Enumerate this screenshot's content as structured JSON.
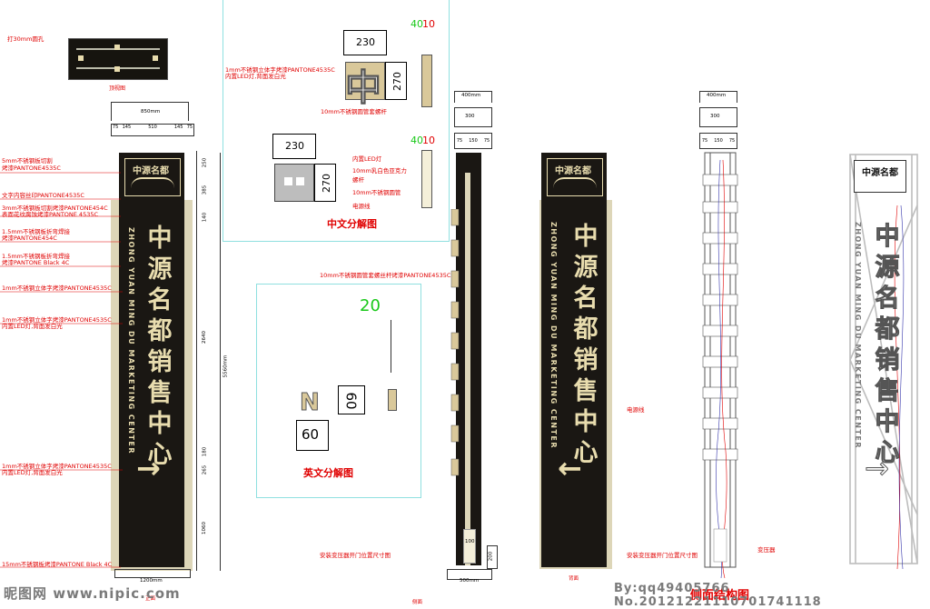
{
  "annotations": {
    "top_view_hole": "打30mm圆孔",
    "top_view_caption": "顶视图",
    "left_1": "5mm不锈钢板切割",
    "left_1b": "烤漆PANTONE4535C",
    "left_2": "文字内容丝印PANTONE4535C",
    "left_3": "3mm不锈钢板切割烤漆PANTONE454C",
    "left_3b": "表面花纹腐蚀烤漆PANTONE 4535C",
    "left_4": "1.5mm不锈钢板折弯焊接",
    "left_4b": "烤漆PANTONE454C",
    "left_5": "1.5mm不锈钢板折弯焊接",
    "left_5b": "烤漆PANTONE Black 4C",
    "left_6": "1mm不锈钢立体字烤漆PANTONE4535C",
    "left_7": "1mm不锈钢立体字烤漆PANTONE4535C",
    "left_7b": "内置LED灯,背面发白光",
    "left_8": "1mm不锈钢立体字烤漆PANTONE4535C",
    "left_8b": "内置LED灯,背面发白光",
    "left_9": "15mm不锈钢板烤漆PANTONE Black 4C",
    "front_caption": "正面",
    "cn_char_note": "1mm不锈钢立体字烤漆PANTONE4535C",
    "cn_char_note_b": "内置LED灯,背面发白光",
    "cn_bolt_note": "10mm不锈钢圆管套螺杆",
    "cn_led": "内置LED灯",
    "cn_acrylic": "10mm乳白色亚克力",
    "cn_screw": "螺杆",
    "cn_tube": "10mm不锈钢圆管",
    "cn_wire": "电源线",
    "cn_caption": "中文分解图",
    "en_note": "10mm不锈钢圆管套螺丝杆烤漆PANTONE4535C",
    "en_caption": "英文分解图",
    "side_caption": "侧面",
    "side_transformer": "安装变压器开门位置尺寸图",
    "back_caption": "背面",
    "wire_label": "电源线",
    "struct_transformer_door": "安装变压器开门位置尺寸图",
    "struct_transformer": "变压器",
    "struct_caption": "侧面结构图"
  },
  "dims": {
    "front_width": "850mm",
    "front_w_split": [
      "75",
      "145",
      "510",
      "145",
      "75"
    ],
    "front_heights": [
      "250",
      "385",
      "140",
      "2640",
      "180",
      "265",
      "1060"
    ],
    "front_total": "5560mm",
    "front_base": "1200mm",
    "side_top": "400mm",
    "side_inner": "300",
    "side_split": [
      "75",
      "150",
      "75"
    ],
    "side_base": "500mm",
    "side_door_h": "100",
    "side_door_w": "200",
    "struct_top": "400mm",
    "struct_inner": "300",
    "struct_split": [
      "75",
      "150",
      "75"
    ]
  },
  "exploded_cn": {
    "w1": "230",
    "h1": "270",
    "w2": "230",
    "h2": "270",
    "green_a": "40",
    "red_a": "10",
    "green_b": "40",
    "red_b": "10",
    "char": "中"
  },
  "exploded_en": {
    "green": "20",
    "h": "60",
    "w": "60",
    "letter": "N"
  },
  "sign": {
    "logo_cn": "中源名都",
    "title_chars": [
      "中",
      "源",
      "名",
      "都",
      "销",
      "售",
      "中",
      "心"
    ],
    "subtitle_en": "ZHONG YUAN MING DU MARKETING CENTER",
    "arrow_front": "→",
    "arrow_back": "←"
  },
  "watermark": {
    "left": "昵图网 www.nipic.com",
    "right": "By:qq49405766 No.20121221110701741118"
  },
  "colors": {
    "panel": "#1a1713",
    "gold": "#e8dcae",
    "annotation": "#e00000",
    "frame": "#cfcfcf"
  }
}
